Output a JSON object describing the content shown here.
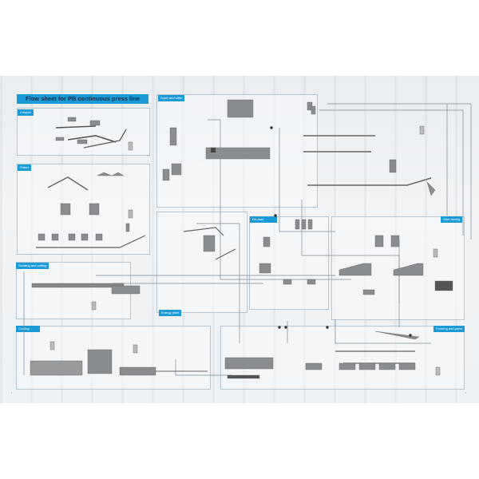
{
  "title": "Flow sheet for PB continuous press line",
  "sections": {
    "chipper": "Chipper",
    "flaker": "Flaker",
    "dryer": "Dryer and sifter",
    "dedust": "De-dust",
    "glue": "Glue dosing",
    "sanding": "Sanding and cutting",
    "energy": "Energy plant",
    "cooling": "Cooling",
    "forming": "Forming and press"
  },
  "colors": {
    "accent": "#1b9ad8",
    "equipment": "#8a8d90",
    "lines": "#7d8a94"
  }
}
